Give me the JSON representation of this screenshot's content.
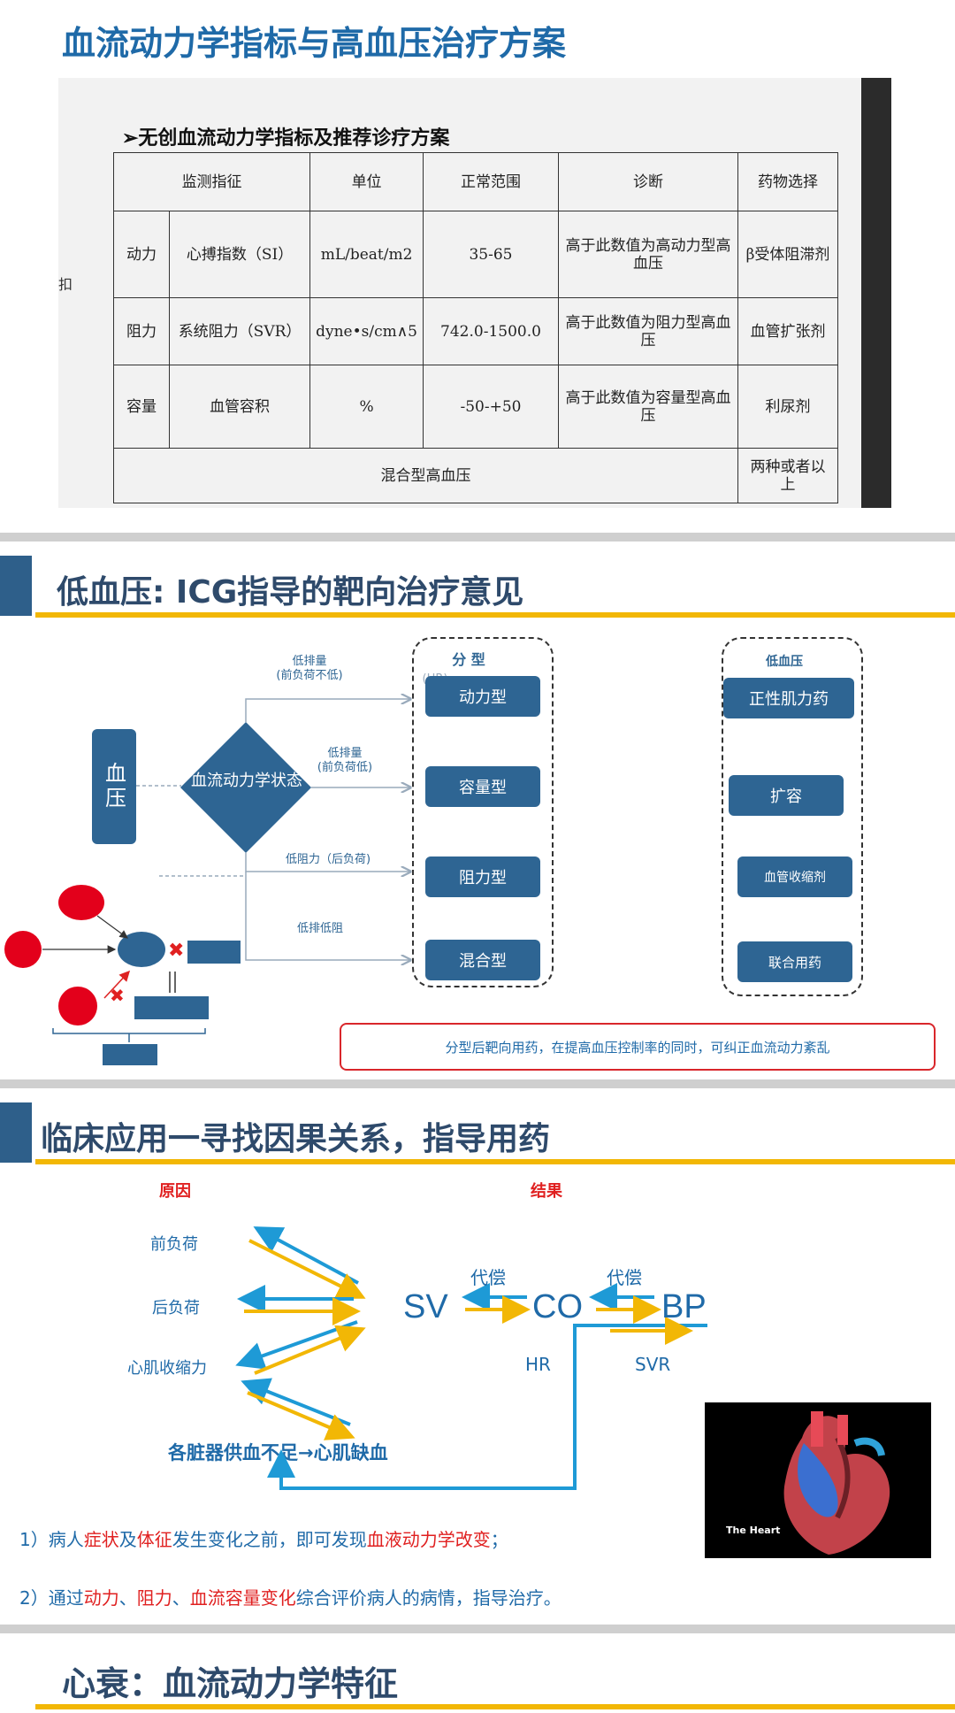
{
  "section1": {
    "title": "血流动力学指标与高血压治疗方案",
    "table_heading": "➢无创血流动力学指标及推荐诊疗方案",
    "margin_mark": "扣",
    "headers": [
      "监测指征",
      "单位",
      "正常范围",
      "诊断",
      "药物选择"
    ],
    "rows": [
      {
        "group": "动力",
        "indicator": "心搏指数（SI）",
        "unit": "mL/beat/m2",
        "range": "35-65",
        "diagnosis": "高于此数值为高动力型高血压",
        "drug": "β受体阻滞剂"
      },
      {
        "group": "阻力",
        "indicator": "系统阻力（SVR）",
        "unit": "dyne•s/cm∧5",
        "range": "742.0-1500.0",
        "diagnosis": "高于此数值为阻力型高血压",
        "drug": "血管扩张剂"
      },
      {
        "group": "容量",
        "indicator": "血管容积",
        "unit": "%",
        "range": "-50-+50",
        "diagnosis": "高于此数值为容量型高血压",
        "drug": "利尿剂"
      }
    ],
    "mixed": {
      "label": "混合型高血压",
      "drug": "两种或者以上"
    }
  },
  "section2": {
    "title": "低血压: ICG指导的靶向治疗意见",
    "bp_box": "血压",
    "diamond": "血流动力学状态",
    "branch_labels": [
      "低排量\n(前负荷不低)",
      "低排量\n(前负荷低)",
      "低阻力（后负荷)",
      "低排低阻"
    ],
    "type_group_title": "分 型",
    "hr_fragment": "(HR)",
    "types": [
      "动力型",
      "容量型",
      "阻力型",
      "混合型"
    ],
    "treat_group_title": "低血压",
    "treatments": [
      "正性肌力药",
      "扩容",
      "血管收缩剂",
      "联合用药"
    ],
    "note": "分型后靶向用药，在提高血压控制率的同时，可纠正血流动力紊乱"
  },
  "section3": {
    "title": "临床应用一寻找因果关系，指导用药",
    "cause_label": "原因",
    "effect_label": "结果",
    "causes": [
      "前负荷",
      "后负荷",
      "心肌收缩力"
    ],
    "ischemia": "各脏器供血不足→心肌缺血",
    "sv": "SV",
    "co": "CO",
    "bp": "BP",
    "compensate1": "代偿",
    "compensate2": "代偿",
    "hr": "HR",
    "svr": "SVR",
    "heart_caption": "The Heart",
    "line1": {
      "p1": "1）病人",
      "r1": "症状",
      "p2": "及",
      "r2": "体征",
      "p3": "发生变化之前，即可发现",
      "r3": "血液动力学改变",
      "p4": "；"
    },
    "line2": {
      "p1": "2）通过",
      "r1": "动力",
      "p2": "、",
      "r2": "阻力",
      "p3": "、",
      "r3": "血流容量变化",
      "p4": "综合评价病人的病情，指导治疗。"
    }
  },
  "section4": {
    "title": "心衰：血流动力学特征"
  },
  "colors": {
    "accent_blue": "#1f6aa8",
    "box_blue": "#2e6593",
    "yellow": "#f2b705",
    "red": "#e02020"
  }
}
